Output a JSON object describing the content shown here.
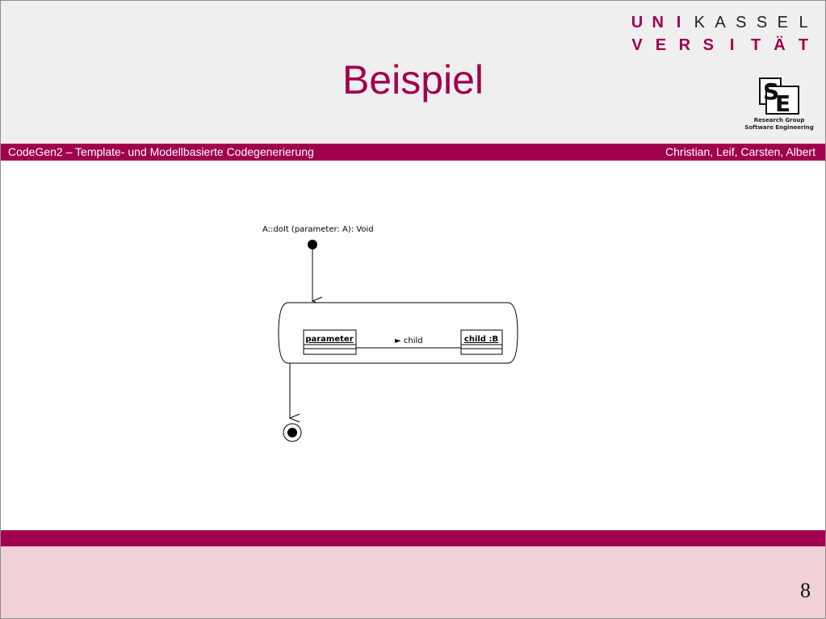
{
  "title": "Beispiel",
  "header": {
    "course": "CodeGen2 – Template- und Modellbasierte Codegenerierung",
    "authors": "Christian, Leif, Carsten, Albert"
  },
  "uni_logo": {
    "row1": [
      "U",
      "N",
      "I",
      "K",
      "A",
      "S",
      "S",
      "E",
      "L"
    ],
    "row2": [
      "V",
      "E",
      "R",
      "S",
      "I",
      "T",
      "Ä",
      "T"
    ]
  },
  "se_logo": {
    "caption_line1": "Research Group",
    "caption_line2": "Software Engineering"
  },
  "diagram": {
    "method_signature": "A::doIt (parameter: A): Void",
    "object_left": "parameter",
    "object_right": "child :B",
    "link_label": "► child"
  },
  "page_number": "8",
  "colors": {
    "accent": "#a0004e",
    "header_bg": "#efefef",
    "footer_bg": "#efd1d7"
  }
}
